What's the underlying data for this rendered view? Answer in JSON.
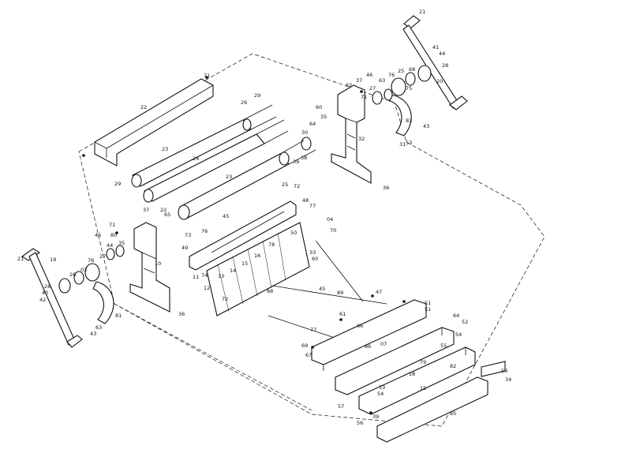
{
  "drawing": {
    "callouts": [
      "21",
      "20",
      "41",
      "44",
      "28",
      "68",
      "25",
      "76",
      "63",
      "27",
      "75",
      "46",
      "37",
      "62",
      "71",
      "60",
      "35",
      "64",
      "36",
      "32",
      "31",
      "43",
      "83",
      "53",
      "22",
      "71",
      "29",
      "26",
      "30",
      "39",
      "38",
      "23",
      "24",
      "29",
      "23",
      "25",
      "72",
      "48",
      "77",
      "45",
      "04",
      "70",
      "50",
      "78",
      "16",
      "15",
      "14",
      "13",
      "12",
      "11",
      "74",
      "49",
      "72",
      "73",
      "60",
      "33",
      "45",
      "80",
      "76",
      "10",
      "46",
      "35",
      "44",
      "27",
      "76",
      "03",
      "26",
      "40",
      "42",
      "28",
      "19",
      "21",
      "43",
      "63",
      "81",
      "36",
      "71",
      "37",
      "65",
      "22",
      "47",
      "88",
      "89",
      "69",
      "77",
      "67",
      "86",
      "07",
      "52",
      "54",
      "51",
      "58",
      "79",
      "18",
      "19",
      "55",
      "53",
      "54",
      "57",
      "85",
      "34",
      "39",
      "56",
      "82",
      "64",
      "61",
      "66",
      "51"
    ]
  }
}
